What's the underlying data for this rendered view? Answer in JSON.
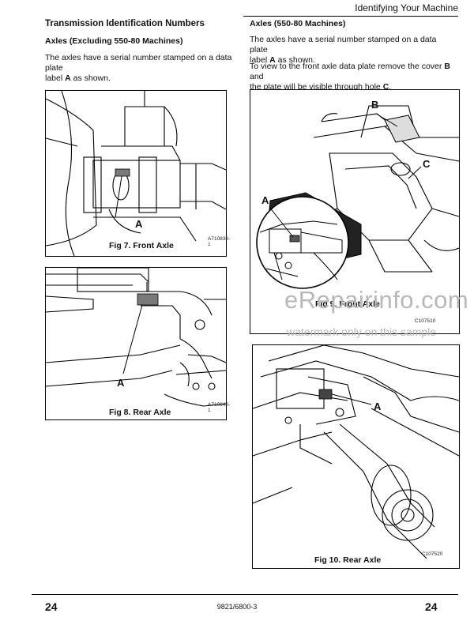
{
  "header": {
    "running_title": "Identifying Your Machine"
  },
  "left": {
    "section_title": "Transmission Identification Numbers",
    "subheading": "Axles (Excluding 550-80 Machines)",
    "para_line1": "The axles have a serial number stamped on a data plate",
    "para_line2_pre": "label ",
    "para_line2_bold": "A",
    "para_line2_post": " as shown."
  },
  "right": {
    "subheading": "Axles (550-80 Machines)",
    "para1_line1": "The axles have a serial number stamped on a data plate",
    "para1_line2_pre": "label ",
    "para1_line2_bold": "A",
    "para1_line2_post": " as shown.",
    "para2_line1_pre": "To view to the front axle data plate remove the cover ",
    "para2_line1_bold": "B",
    "para2_line1_post": " and",
    "para2_line2_pre": "the plate will be visible through hole ",
    "para2_line2_bold": "C",
    "para2_line2_post": "."
  },
  "figures": {
    "fig7": {
      "caption": "Fig 7. Front Axle",
      "code": "A710830-1",
      "labels": [
        "A"
      ]
    },
    "fig8": {
      "caption": "Fig 8. Rear Axle",
      "code": "A710840-1",
      "labels": [
        "A"
      ]
    },
    "fig9": {
      "caption": "Fig 9. Front Axle",
      "code": "C107510",
      "labels": [
        "A",
        "B",
        "C"
      ]
    },
    "fig10": {
      "caption": "Fig 10. Rear Axle",
      "code": "C107520",
      "labels": [
        "A"
      ]
    }
  },
  "watermark": {
    "line1": "eRepairinfo.com",
    "line2": "watermark only on this sample"
  },
  "footer": {
    "page_left": "24",
    "doc_number": "9821/6800-3",
    "page_right": "24"
  }
}
